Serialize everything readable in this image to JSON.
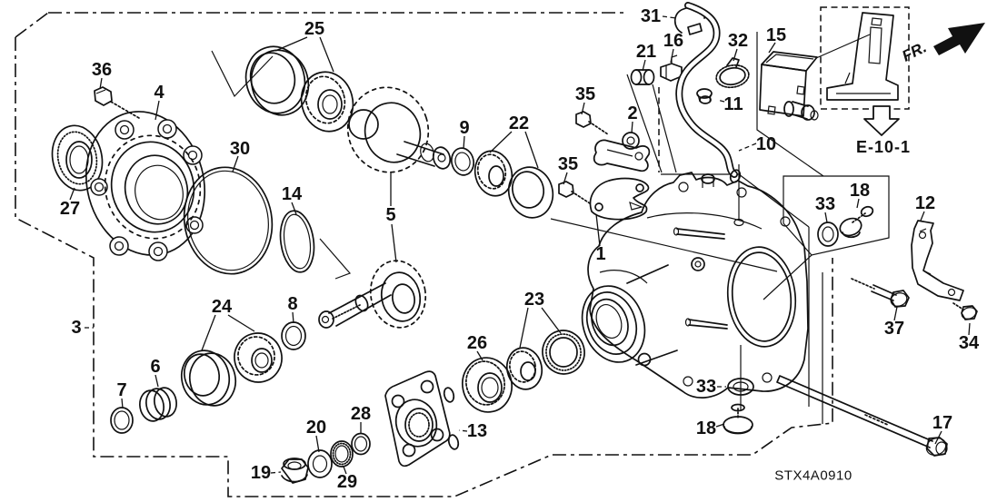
{
  "diagram": {
    "code": "STX4A0910",
    "direction_label": "FR.",
    "reference_label": "E-10-1"
  },
  "parts": [
    {
      "num": "36"
    },
    {
      "num": "4"
    },
    {
      "num": "27"
    },
    {
      "num": "25"
    },
    {
      "num": "30"
    },
    {
      "num": "14"
    },
    {
      "num": "5"
    },
    {
      "num": "9"
    },
    {
      "num": "22"
    },
    {
      "num": "35"
    },
    {
      "num": "2"
    },
    {
      "num": "35"
    },
    {
      "num": "31"
    },
    {
      "num": "21"
    },
    {
      "num": "16"
    },
    {
      "num": "32"
    },
    {
      "num": "11"
    },
    {
      "num": "15"
    },
    {
      "num": "10"
    },
    {
      "num": "33"
    },
    {
      "num": "18"
    },
    {
      "num": "12"
    },
    {
      "num": "37"
    },
    {
      "num": "34"
    },
    {
      "num": "1"
    },
    {
      "num": "33"
    },
    {
      "num": "18"
    },
    {
      "num": "17"
    },
    {
      "num": "3"
    },
    {
      "num": "7"
    },
    {
      "num": "6"
    },
    {
      "num": "24"
    },
    {
      "num": "8"
    },
    {
      "num": "20"
    },
    {
      "num": "19"
    },
    {
      "num": "28"
    },
    {
      "num": "29"
    },
    {
      "num": "26"
    },
    {
      "num": "23"
    },
    {
      "num": "13"
    }
  ]
}
